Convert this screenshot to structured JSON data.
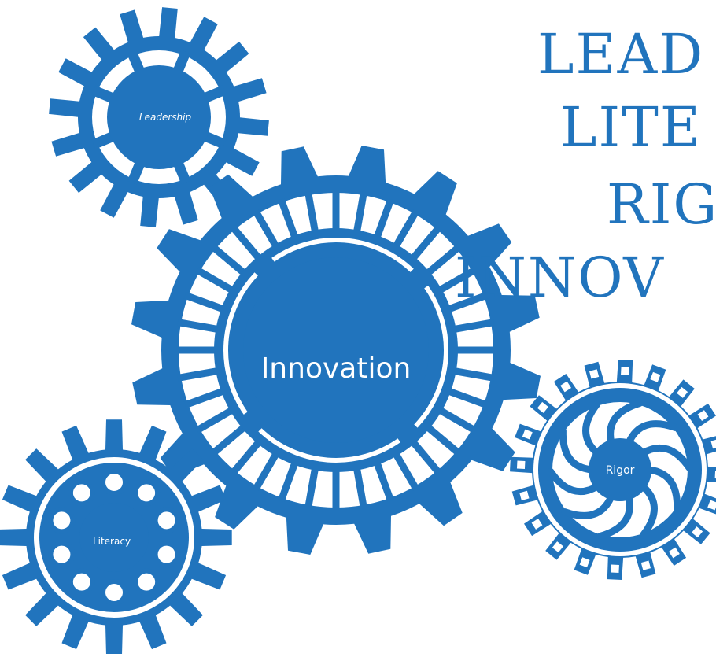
{
  "colors": {
    "primary_blue": "#2174bd",
    "background": "#ffffff"
  },
  "headline": [
    {
      "text": "LEAD"
    },
    {
      "text": "LITE"
    },
    {
      "text": "RIG"
    },
    {
      "text": "INNOV"
    }
  ],
  "gears": {
    "leadership": {
      "label": "Leadership",
      "icon": "gear-icon"
    },
    "innovation": {
      "label": "Innovation",
      "icon": "gear-icon"
    },
    "literacy": {
      "label": "Literacy",
      "icon": "gear-icon"
    },
    "rigor": {
      "label": "Rigor",
      "icon": "gear-icon"
    }
  }
}
